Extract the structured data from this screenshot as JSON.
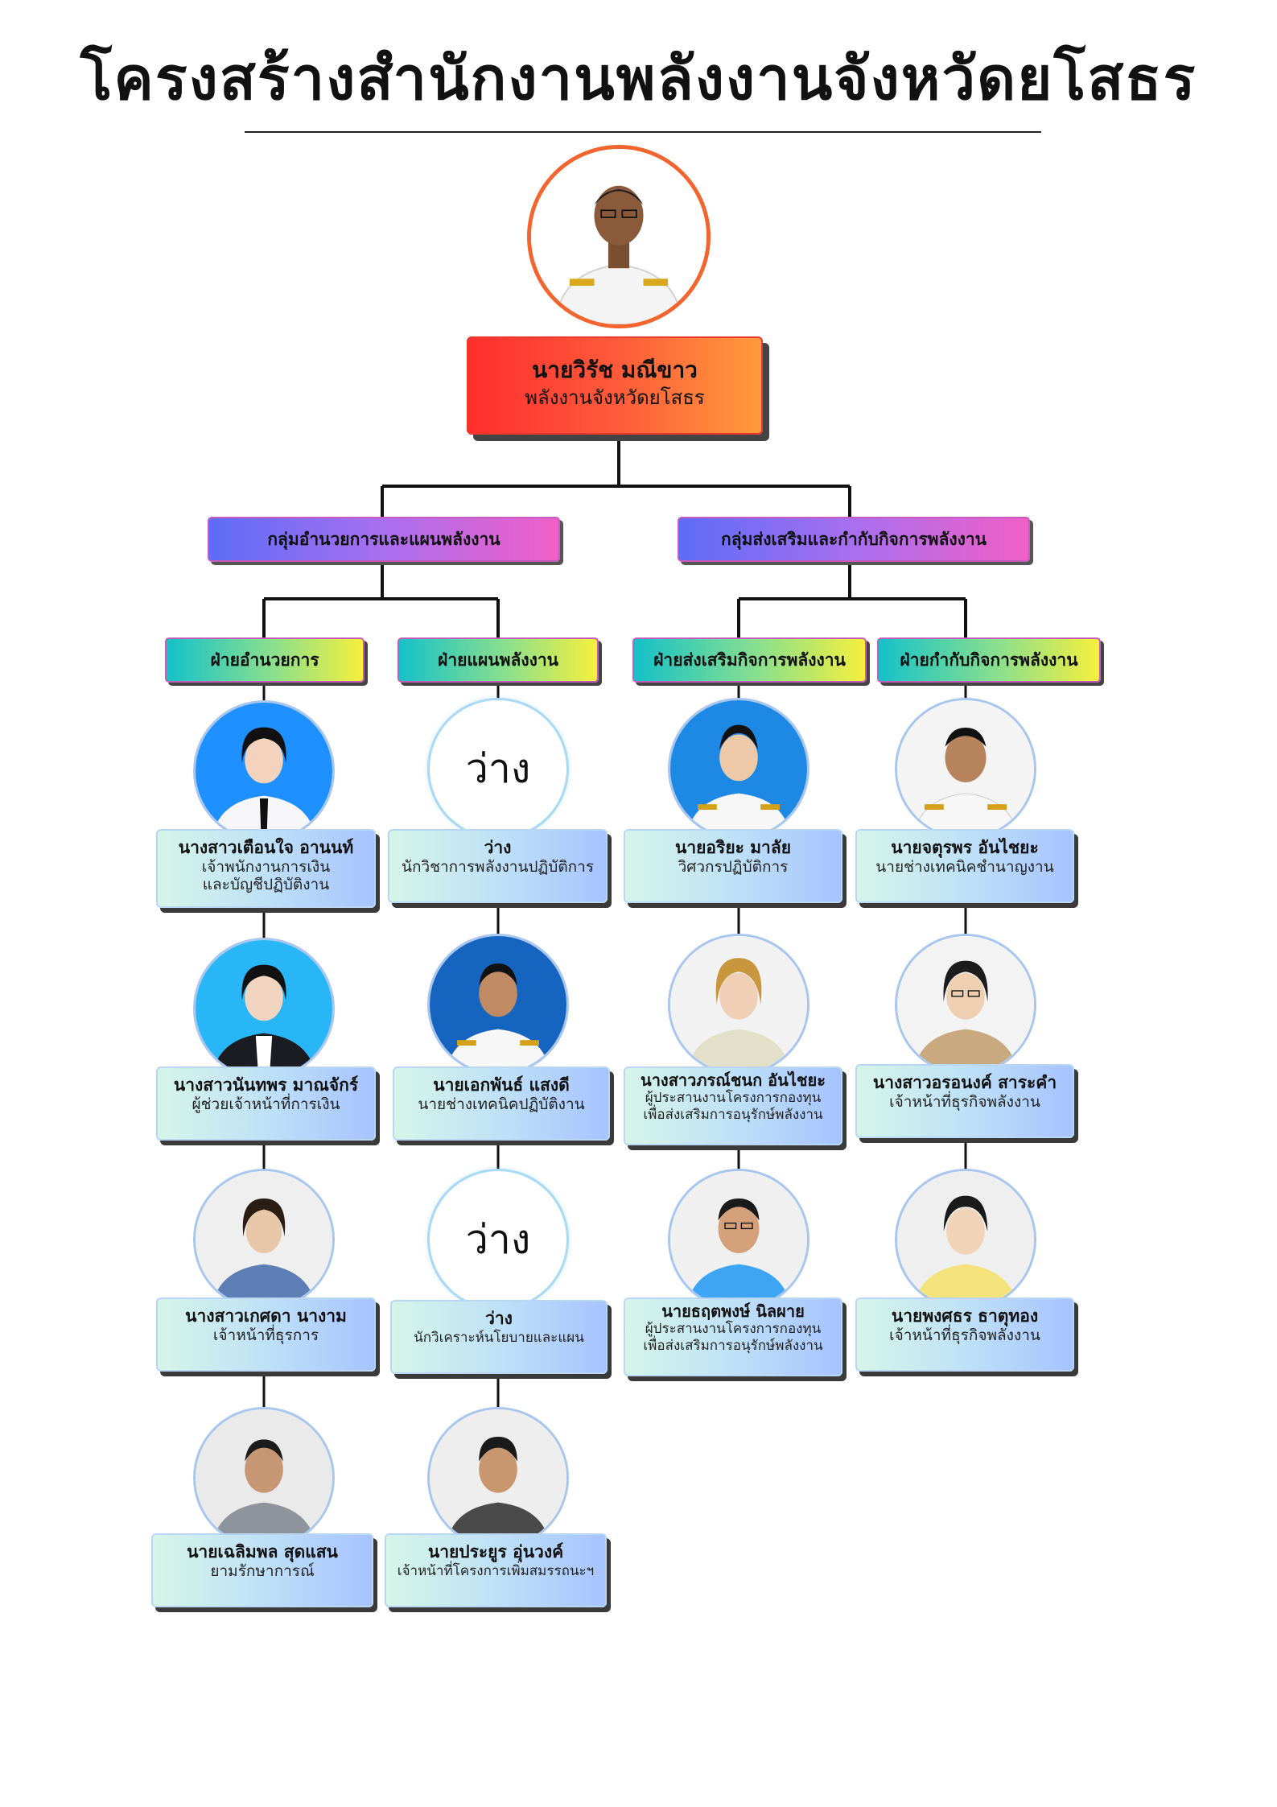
{
  "title": "โครงสร้างสำนักงานพลังงานจังหวัดยโสธร",
  "director": {
    "name": "นายวิรัช มณีขาว",
    "position": "พลังงานจังหวัดยโสธร"
  },
  "groups": {
    "left": "กลุ่มอำนวยการและแผนพลังงาน",
    "right": "กลุ่มส่งเสริมและกำกับกิจการพลังงาน"
  },
  "divisions": {
    "admin": "ฝ่ายอำนวยการ",
    "plan": "ฝ่ายแผนพลังงาน",
    "promote": "ฝ่ายส่งเสริมกิจการพลังงาน",
    "regulate": "ฝ่ายกำกับกิจการพลังงาน"
  },
  "vacant_label": "ว่าง",
  "col_admin": [
    {
      "name": "นางสาวเตือนใจ อานนท์",
      "position": "เจ้าพนักงานการเงิน",
      "position2": "และบัญชีปฏิบัติงาน"
    },
    {
      "name": "นางสาวนันทพร มาณจักร์",
      "position": "ผู้ช่วยเจ้าหน้าที่การเงิน"
    },
    {
      "name": "นางสาวเกศดา นางาม",
      "position": "เจ้าหน้าที่ธุรการ"
    },
    {
      "name": "นายเฉลิมพล สุดแสน",
      "position": "ยามรักษาการณ์"
    }
  ],
  "col_plan": [
    {
      "name": "ว่าง",
      "position": "นักวิชาการพลังงานปฏิบัติการ"
    },
    {
      "name": "นายเอกพันธ์ แสงดี",
      "position": "นายช่างเทคนิคปฏิบัติงาน"
    },
    {
      "name": "ว่าง",
      "position": "นักวิเคราะห์นโยบายและแผน"
    },
    {
      "name": "นายประยูร อุ่นวงค์",
      "position": "เจ้าหน้าที่โครงการเพิ่มสมรรถนะฯ"
    }
  ],
  "col_promote": [
    {
      "name": "นายอริยะ มาลัย",
      "position": "วิศวกรปฏิบัติการ"
    },
    {
      "name": "นางสาวภรณ์ชนก อันไชยะ",
      "position": "ผู้ประสานงานโครงการกองทุน",
      "position2": "เพื่อส่งเสริมการอนุรักษ์พลังงาน"
    },
    {
      "name": "นายธฤตพงษ์ นิลผาย",
      "position": "ผู้ประสานงานโครงการกองทุน",
      "position2": "เพื่อส่งเสริมการอนุรักษ์พลังงาน"
    }
  ],
  "col_regulate": [
    {
      "name": "นายจตุรพร อันไชยะ",
      "position": "นายช่างเทคนิคชำนาญงาน"
    },
    {
      "name": "นางสาวอรอนงค์ สาระคำ",
      "position": "เจ้าหน้าที่ธุรกิจพลังงาน"
    },
    {
      "name": "นายพงศธร ธาตุทอง",
      "position": "เจ้าหน้าที่ธุรกิจพลังงาน"
    }
  ]
}
